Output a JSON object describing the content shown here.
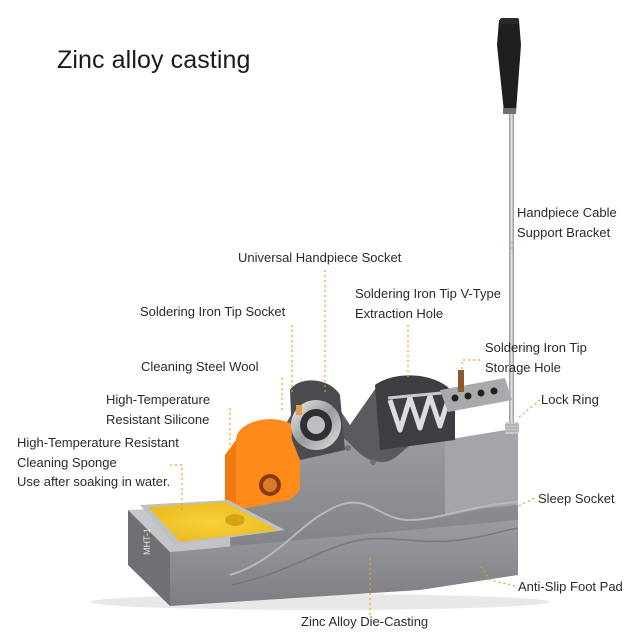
{
  "title": "Zinc alloy casting",
  "brand_mark": "MHT-1",
  "labels": {
    "handpiece_cable_bracket": [
      "Handpiece Cable",
      "Support Bracket"
    ],
    "universal_socket": [
      "Universal Handpiece Socket"
    ],
    "v_type_hole": [
      "Soldering Iron Tip V-Type",
      "Extraction Hole"
    ],
    "tip_socket": [
      "Soldering Iron Tip Socket"
    ],
    "tip_storage": [
      "Soldering Iron Tip",
      "Storage Hole"
    ],
    "steel_wool": [
      "Cleaning Steel Wool"
    ],
    "lock_ring": [
      "Lock Ring"
    ],
    "silicone": [
      "High-Temperature",
      "Resistant Silicone"
    ],
    "sponge": [
      "High-Temperature Resistant",
      "Cleaning Sponge",
      "Use after soaking in water."
    ],
    "sleep_socket": [
      "Sleep Socket"
    ],
    "foot_pad": [
      "Anti-Slip Foot Pad"
    ],
    "die_casting": [
      "Zinc Alloy Die-Casting"
    ]
  },
  "colors": {
    "leader": "#f39a1e",
    "body_gray": "#8d8e92",
    "silicone": "#ff8a1c",
    "sponge": "#f4c623",
    "handle": "#1e1e1e"
  }
}
